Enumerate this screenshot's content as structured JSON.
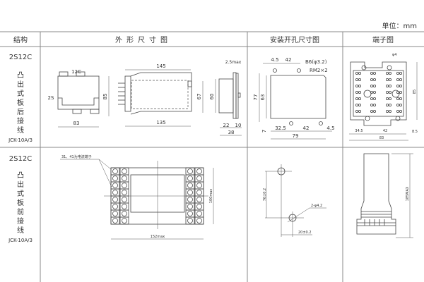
{
  "unit_label": "单位：mm",
  "headers": {
    "structure": "结构",
    "outline": "外形尺寸图",
    "cutout": "安装开孔尺寸图",
    "terminal": "端子图"
  },
  "rows": [
    {
      "model": "2S12C",
      "type_chars": [
        "凸",
        "出",
        "式",
        "板",
        "后",
        "接",
        "线"
      ],
      "relay": "JCK-10A/3",
      "outline": {
        "label_12c": "12C",
        "label_2s": "2S",
        "h85": "85",
        "w83": "83",
        "w145": "145",
        "w135": "135",
        "h67": "67",
        "h60": "60",
        "t25": "2.5max",
        "d22": "22",
        "d10": "10",
        "d38": "38"
      },
      "cutout": {
        "a45": "4.5",
        "a42": "42",
        "holes": "B6(φ3.2)",
        "radius": "RM2×2",
        "h77": "77",
        "h63": "63",
        "d7": "7",
        "b325": "32.5",
        "b42": "42",
        "b45": "4.5",
        "w79": "79"
      },
      "terminal": {
        "phi": "φ4",
        "h85": "85",
        "d345": "34.5",
        "d42": "42",
        "w83": "83",
        "d85": "8.5"
      }
    },
    {
      "model": "2S12C",
      "type_chars": [
        "凸",
        "出",
        "式",
        "板",
        "前",
        "接",
        "线"
      ],
      "relay": "JCK-10A/3",
      "outline": {
        "note": "31、41为电流端子",
        "h100": "100max",
        "w152": "152max"
      },
      "cutout": {
        "h76": "76±0.2",
        "holes": "2-φ4.2",
        "w20": "20±0.2"
      },
      "terminal": {
        "h185": "185MAX"
      }
    }
  ]
}
